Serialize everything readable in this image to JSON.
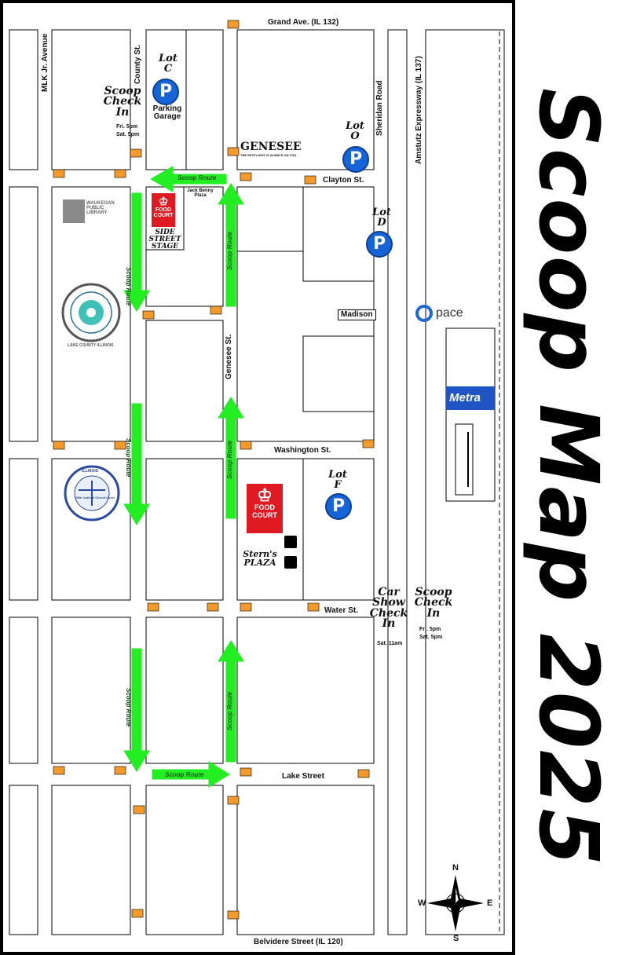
{
  "title": "Scoop Map 2025",
  "streets": {
    "grand_ave": "Grand Ave. (IL 132)",
    "clayton": "Clayton St.",
    "madison": "Madison",
    "washington": "Washington St.",
    "water": "Water St.",
    "lake": "Lake Street",
    "belvidere": "Belvidere Street (IL 120)",
    "mlk": "MLK Jr. Avenue",
    "county": "County St.",
    "genesee": "Genesee St.",
    "sheridan": "Sheridan Road",
    "amstutz": "Amstutz Expressway (IL 137)"
  },
  "parking": {
    "symbol": "P",
    "lot_c": {
      "label": "Lot C",
      "note": "Parking Garage"
    },
    "lot_o": {
      "label": "Lot O"
    },
    "lot_d": {
      "label": "Lot D"
    },
    "lot_f": {
      "label": "Lot F"
    }
  },
  "checkins": {
    "scoop_nw": {
      "title": "Scoop Check In",
      "times": [
        "Fri. 5pm",
        "Sat. 5pm"
      ]
    },
    "car_show": {
      "title": "Car Show Check In",
      "times": [
        "Sat. 11am"
      ]
    },
    "scoop_se": {
      "title": "Scoop Check In",
      "times": [
        "Fri. 5pm",
        "Sat. 5pm"
      ]
    }
  },
  "venues": {
    "food_court_label": "FOOD COURT",
    "side_street_stage": "SIDE STREET STAGE",
    "sterns_plaza": "Stern's PLAZA",
    "jack_benny_plaza": "Jack Benny Plaza",
    "genesee_theatre": "GENESEE",
    "genesee_tagline": "THE SPOTLIGHT IS ALWAYS ON YOU",
    "library": "WAUKEGAN PUBLIC LIBRARY",
    "lake_county": "LAKE COUNTY ILLINOIS",
    "court_seal_top": "ILLINOIS",
    "court_seal_name": "19th Judicial Circuit Court",
    "pace": "pace",
    "metra": "Metra"
  },
  "route_label": "Scoop Route",
  "compass": {
    "n": "N",
    "s": "S",
    "e": "E",
    "w": "W"
  },
  "colors": {
    "route": "#22ee22",
    "parking": "#1565d8",
    "food_court": "#e01a22",
    "metra": "#1e54c4",
    "pace": "#1e67d6"
  }
}
